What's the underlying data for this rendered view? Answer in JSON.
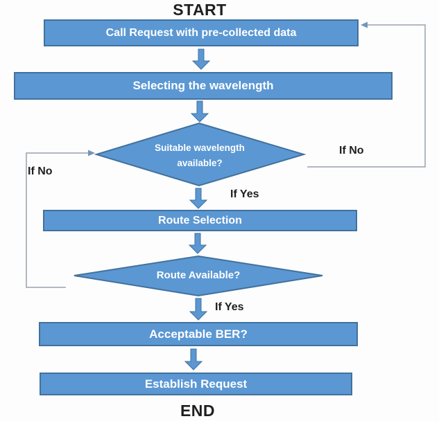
{
  "flowchart": {
    "start_label": "START",
    "end_label": "END",
    "nodes": [
      {
        "id": "call-request",
        "type": "process",
        "label": "Call Request with pre-collected data"
      },
      {
        "id": "selecting-wavelength",
        "type": "process",
        "label": "Selecting the wavelength"
      },
      {
        "id": "suitable-wavelength-available",
        "type": "decision",
        "label_lines": [
          "Suitable wavelength",
          "available?"
        ]
      },
      {
        "id": "route-selection",
        "type": "process",
        "label": "Route Selection"
      },
      {
        "id": "route-available",
        "type": "decision",
        "label": "Route Available?"
      },
      {
        "id": "acceptable-ber",
        "type": "process",
        "label": "Acceptable BER?"
      },
      {
        "id": "establish-request",
        "type": "process",
        "label": "Establish Request"
      }
    ],
    "edges": [
      {
        "from": "call-request",
        "to": "selecting-wavelength",
        "label": ""
      },
      {
        "from": "selecting-wavelength",
        "to": "suitable-wavelength-available",
        "label": ""
      },
      {
        "from": "suitable-wavelength-available",
        "to": "route-selection",
        "label": "If Yes"
      },
      {
        "from": "route-selection",
        "to": "route-available",
        "label": ""
      },
      {
        "from": "route-available",
        "to": "acceptable-ber",
        "label": "If Yes"
      },
      {
        "from": "acceptable-ber",
        "to": "establish-request",
        "label": ""
      },
      {
        "from": "suitable-wavelength-available",
        "to": "call-request",
        "label": "If No"
      },
      {
        "from": "route-available",
        "to": "suitable-wavelength-available",
        "label": "If No"
      }
    ]
  },
  "colors": {
    "shape_fill": "#5b97d3",
    "shape_border": "#41719c",
    "shape_text": "#ffffff",
    "connector_line": "#98a2ac",
    "connector_arrowhead": "#7295bd",
    "block_arrow_fill": "#5b97d3",
    "label_text": "#1f1f1f",
    "background": "#fdfdfd"
  }
}
